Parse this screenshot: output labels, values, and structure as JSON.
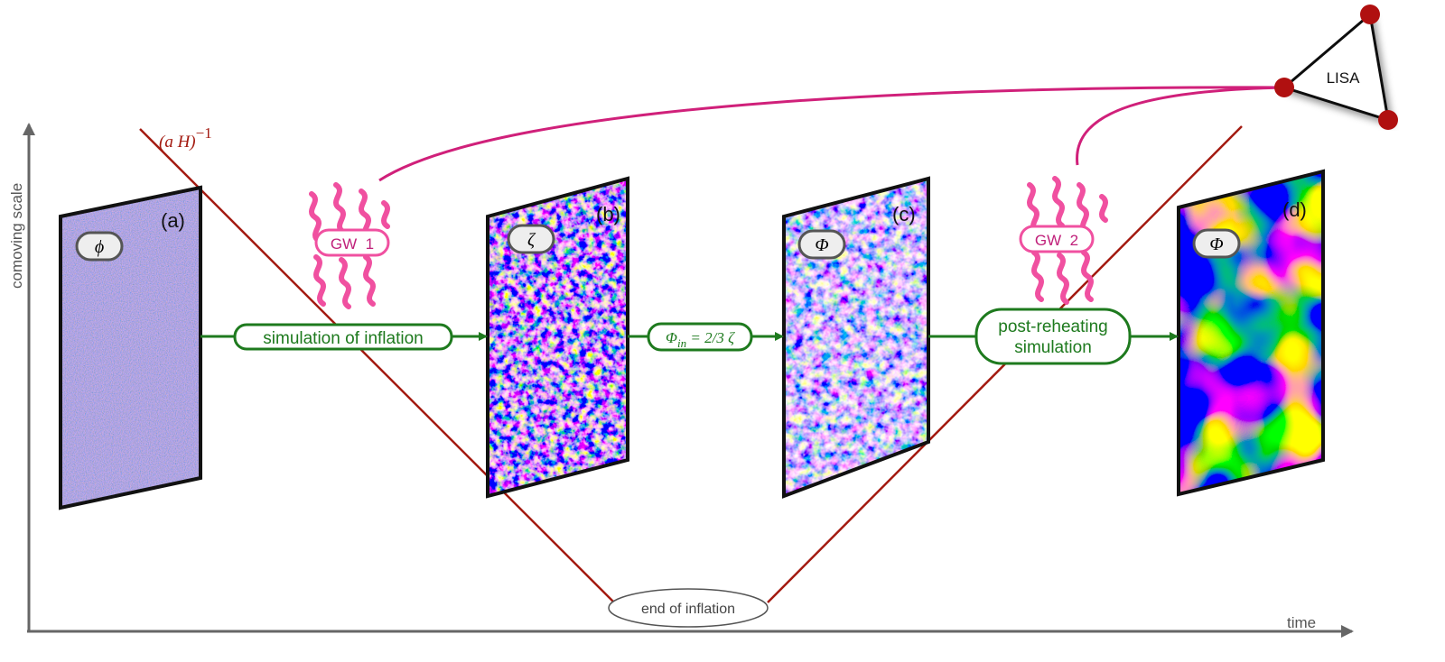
{
  "axes": {
    "y_label": "comoving scale",
    "x_label": "time"
  },
  "horizon_label": "(a H)",
  "horizon_exponent": "−1",
  "panels": [
    {
      "tag": "(a)",
      "field": "ϕ"
    },
    {
      "tag": "(b)",
      "field": "ζ"
    },
    {
      "tag": "(c)",
      "field": "Φ"
    },
    {
      "tag": "(d)",
      "field": "Φ"
    }
  ],
  "steps": {
    "inflation": "simulation of inflation",
    "relation_lhs": "Φ",
    "relation_sub": "in",
    "relation_rhs": " = 2/3 ζ",
    "post_line1": "post-reheating",
    "post_line2": "simulation"
  },
  "gw": {
    "gw1": "GW  1",
    "gw2": "GW  2"
  },
  "detector": "LISA",
  "end_label": "end of inflation",
  "colors": {
    "horizon": "#a31a10",
    "flow": "#1e7a1e",
    "gw": "#f050a0",
    "signal": "#d0207a",
    "node": "#b01010"
  }
}
